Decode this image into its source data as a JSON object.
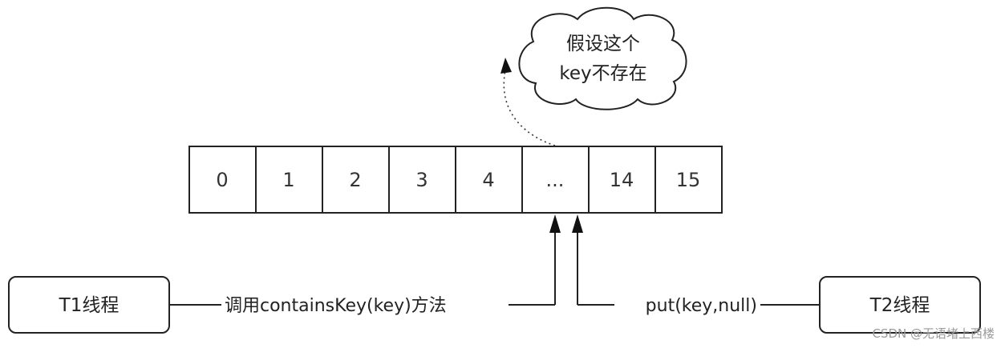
{
  "array_cells": [
    "0",
    "1",
    "2",
    "3",
    "4",
    "...",
    "14",
    "15"
  ],
  "cloud": {
    "line1": "假设这个",
    "line2": "key不存在"
  },
  "thread1": {
    "label": "T1线程",
    "call_text": "调用containsKey(key)方法"
  },
  "thread2": {
    "label": "T2线程",
    "call_text": "put(key,null)"
  },
  "watermark": "CSDN @无语堵上西楼"
}
